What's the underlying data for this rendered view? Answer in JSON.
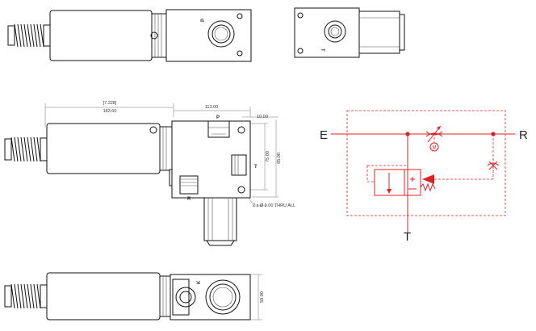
{
  "views": {
    "top": {
      "port_label": "P"
    },
    "side_right": {
      "port_label": "T"
    },
    "front": {
      "dim_inch_total": "[7.228]",
      "dim_mm_total": "183.60",
      "dim_block_width": "113.00",
      "dim_edge": "10.00",
      "dim_height_inner": "75.00",
      "dim_height_outer": "95.00",
      "thru_holes_note": "2 x Ø 9.00 THRU ALL",
      "port_p": "P",
      "port_t": "T",
      "port_r": "R"
    },
    "bottom": {
      "dim_depth": "50.00",
      "port_label": "K"
    }
  },
  "schematic": {
    "port_e": "E",
    "port_r": "R",
    "port_t": "T",
    "motor_symbol": "M",
    "colors": {
      "line": "#e02020",
      "text": "#222222"
    }
  }
}
